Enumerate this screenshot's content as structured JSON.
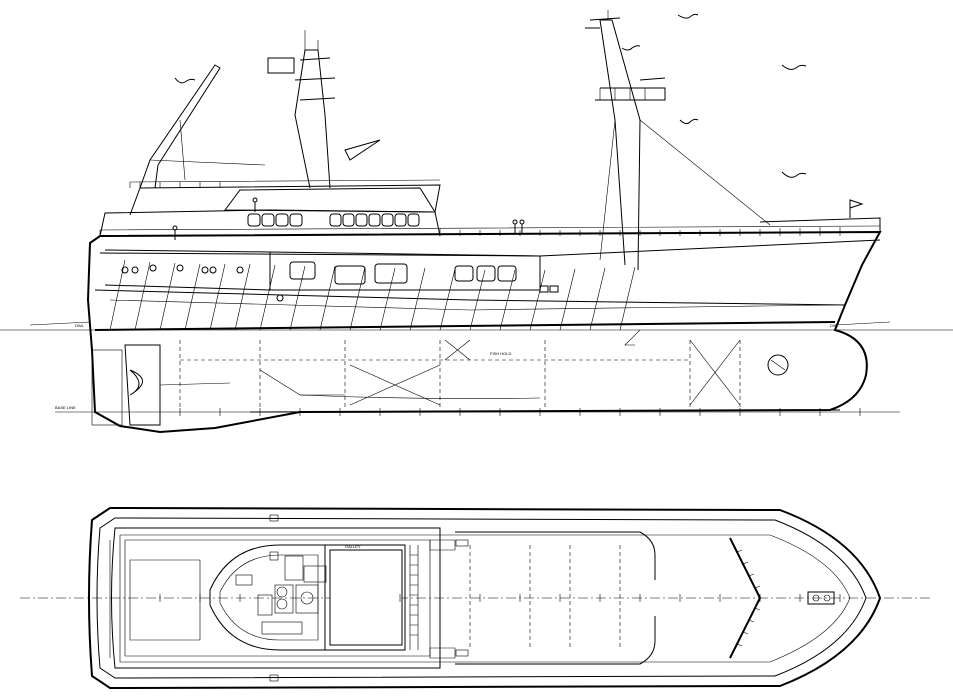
{
  "drawing": {
    "labels": {
      "base_line": "BASE LINE",
      "wl_aft": "DWL",
      "wl_fwd": "DWL",
      "fish_hold": "FISH HOLD",
      "deck_label": "GALLEY"
    }
  }
}
